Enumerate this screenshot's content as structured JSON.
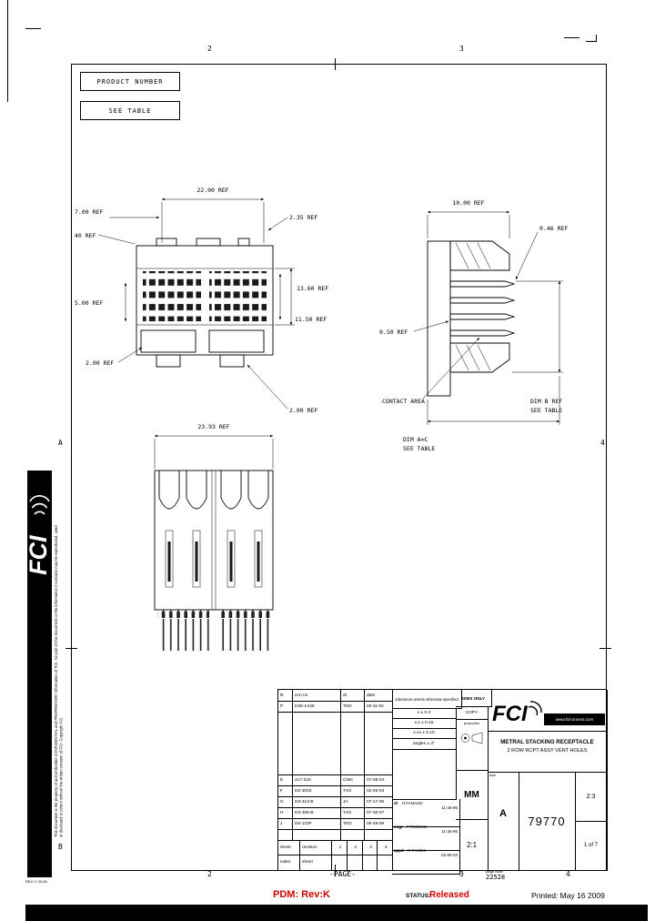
{
  "frame": {
    "zone_top_2": "2",
    "zone_top_3": "3",
    "zone_left_a": "A",
    "zone_left_b": "B",
    "zone_right_4": "4",
    "zone_bottom_2": "2",
    "zone_bottom_3": "3",
    "zone_bottom_4": "4",
    "fold_mark": "-PAGE-",
    "page_code_label": "page code",
    "page_code": "22528"
  },
  "callouts": {
    "product_number": "PRODUCT NUMBER",
    "see_table": "SEE TABLE"
  },
  "sidebar": {
    "brand": "FCI",
    "notice": "This document is the property of and embodies CONFIDENTIAL and PROPRIETARY information of FCI. No part of this document or the information it contains may be reproduced, used or disclosed to others without the written consent of FCI.  Copyright FCI",
    "form_note": "REV C 05-08"
  },
  "front_view": {
    "dim_width": "22.00 REF",
    "dim_pitch": "7.00 REF",
    "dim_tab": "40 REF",
    "dim_offset": "2.35 REF",
    "dim_height_outer": "13.60 REF",
    "dim_height_inner": "11.50 REF",
    "dim_left": "5.00 REF",
    "dim_foot": "2.00 REF",
    "dim_post": "2.00 REF"
  },
  "side_view": {
    "dim_depth": "10.00 REF",
    "dim_pin": "0.46 REF",
    "dim_gap": "0.50 REF",
    "contact_area": "CONTACT AREA",
    "dim_b1": "DIM B REF",
    "dim_b2": "SEE TABLE",
    "dim_a1": "DIM A=C",
    "dim_a2": "SEE TABLE"
  },
  "bottom_view": {
    "dim_width": "23.93 REF"
  },
  "title_block": {
    "rev": {
      "h_ltr": "ltr",
      "h_ecn": "ecn no",
      "h_dr": "dr",
      "h_date": "date",
      "rows": [
        {
          "ltr": "P",
          "ecn": "D36-1X49",
          "dr": "TKD",
          "date": "03-11-02"
        },
        {
          "ltr": "E",
          "ecn": "217-219",
          "dr": "CWC",
          "date": "07-05-04"
        },
        {
          "ltr": "F",
          "ecn": "D3-3003",
          "dr": "TXS",
          "date": "02-06-04"
        },
        {
          "ltr": "G",
          "ecn": "D3-413-B",
          "dr": "JA",
          "date": "07-17-05"
        },
        {
          "ltr": "H",
          "ecn": "D3-455-B",
          "dr": "TXS",
          "date": "07-30-07"
        },
        {
          "ltr": "J",
          "ecn": "D6-123F",
          "dr": "TKD",
          "date": "05-08-09"
        }
      ]
    },
    "tol": {
      "header": "tolerances unless otherwise specified",
      "row1": "x ± 0.3",
      "row2": "x.x ± 0.15",
      "row3": "x.xx ± 0.10",
      "angles": "angles ± 3°"
    },
    "approvals": {
      "dr_label": "dr",
      "dr_name": "H.FANAUD",
      "dr_date": "11-26-96",
      "engr_label": "engr",
      "engr_name": "P.TROSKE",
      "engr_date": "11-26-96",
      "appd_label": "appd",
      "appd_name": "R.TANSKI",
      "appd_date": "02-05-04"
    },
    "dims_only": "DIMS ONLY",
    "copy": "COPY",
    "projection_label": "projection",
    "units": "MM",
    "scale": "2:1",
    "brand": "FCI",
    "website": "www.fciconnect.com",
    "title1": "METRAL STACKING RECEPTACLE",
    "title2": "2 ROW RCPT ASSY VENT HOLES",
    "size_label": "size",
    "size": "A",
    "number": "79770",
    "code_value": "2:3",
    "sheet": "1 of 7",
    "sheet_index": {
      "r1c1": "sheet",
      "r1c2": "revision",
      "r2c1": "index",
      "r2c2": "sheet",
      "n1": "1",
      "n2": "2",
      "n3": "3",
      "n4": "4"
    }
  },
  "status_bar": {
    "pdm": "PDM: Rev:K",
    "status_label": "STATUS:",
    "status_value": "Released",
    "printed": "Printed: May 16 2009"
  }
}
